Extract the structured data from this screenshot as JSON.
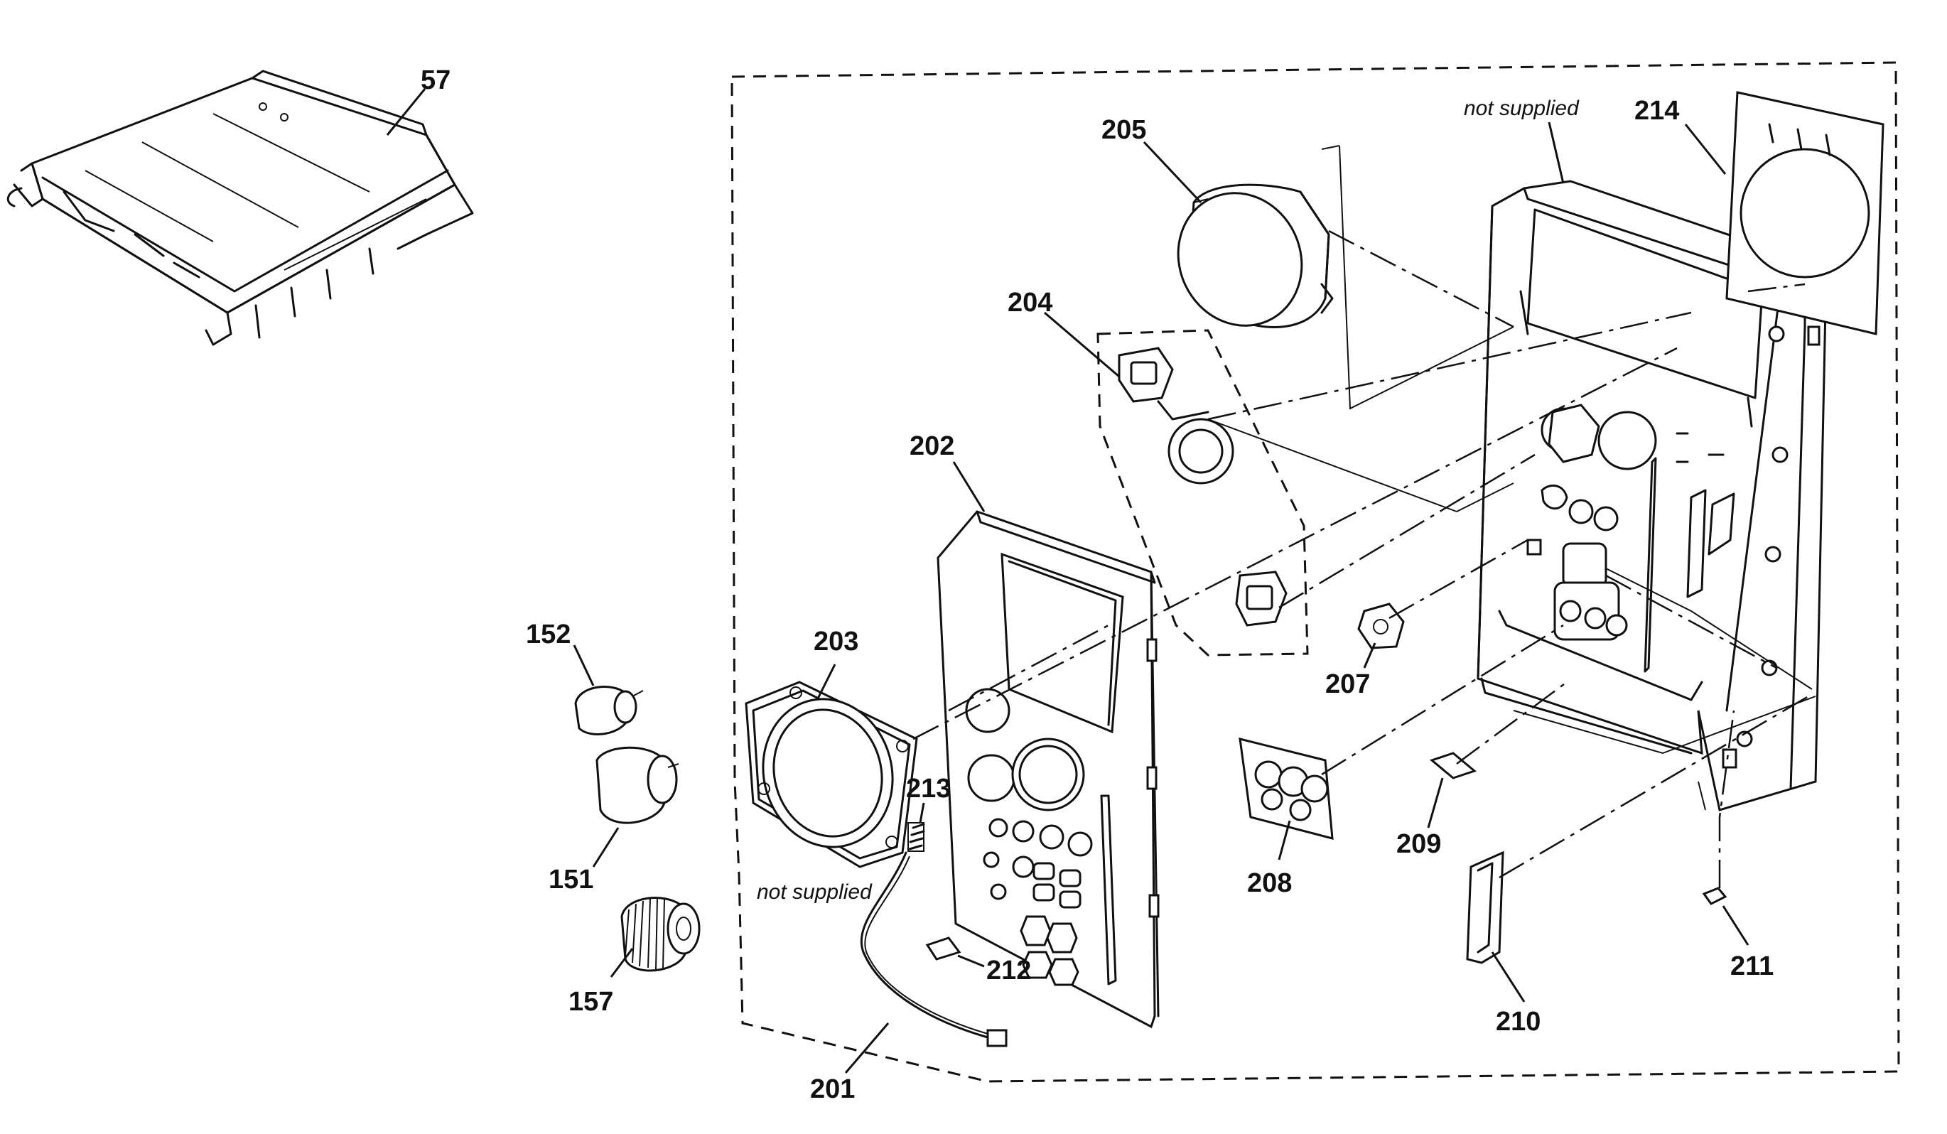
{
  "labels": {
    "p57": "57",
    "p152": "152",
    "p151": "151",
    "p157": "157",
    "p201": "201",
    "p202": "202",
    "p203": "203",
    "p204": "204",
    "p205": "205",
    "p207": "207",
    "p208": "208",
    "p209": "209",
    "p210": "210",
    "p211": "211",
    "p212": "212",
    "p213": "213",
    "p214": "214"
  },
  "notes": {
    "not_supplied_top": "not supplied",
    "not_supplied_cable": "not supplied"
  }
}
